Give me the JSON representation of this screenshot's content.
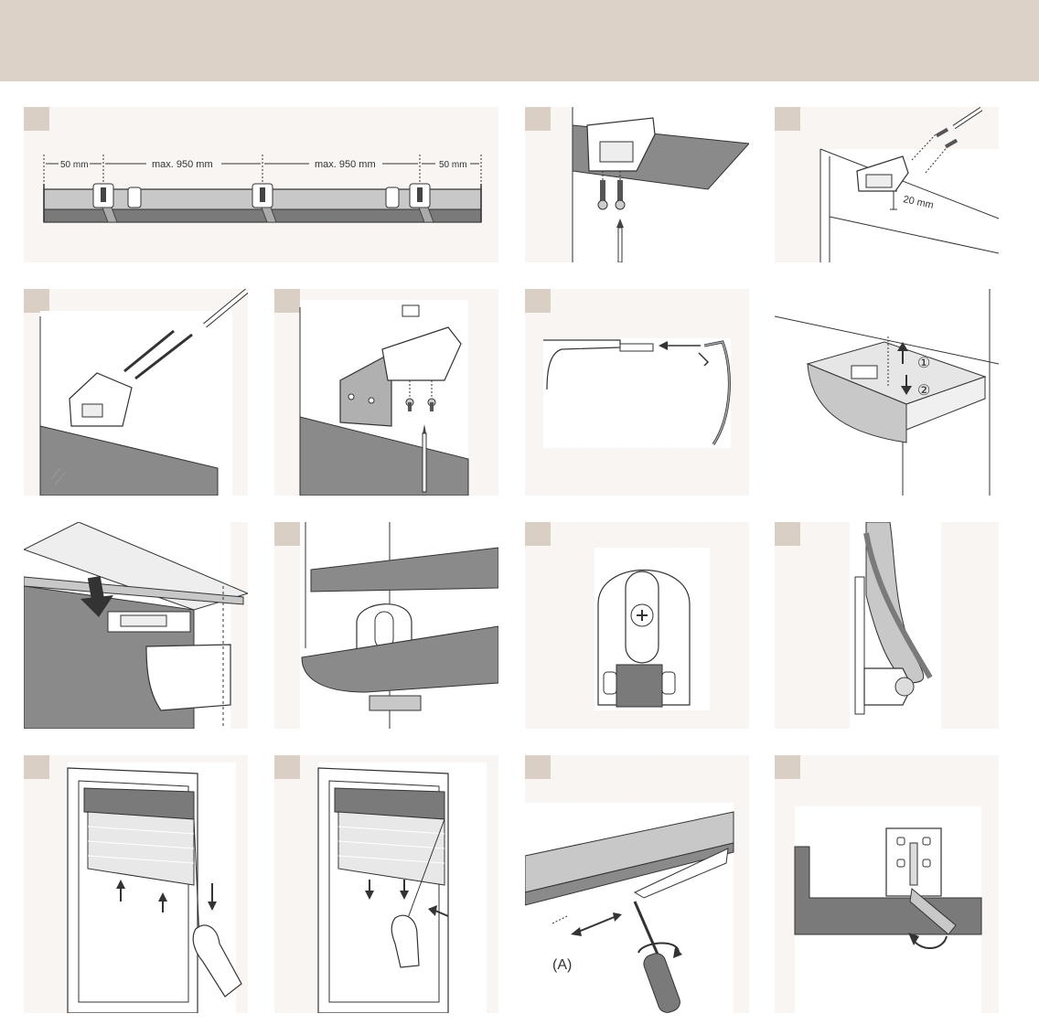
{
  "colors": {
    "header": "#dcd2c7",
    "panel_bg": "#f8f5f3",
    "step_tab": "#d9cfc4",
    "dark_gray": "#7a7a7a",
    "mid_gray": "#a8a8a8",
    "light_gray": "#c8c8c8",
    "line": "#333333"
  },
  "step1": {
    "dim_left": "50 mm",
    "dim_mid1": "max. 950 mm",
    "dim_mid2": "max. 950 mm",
    "dim_right": "50 mm"
  },
  "step3": {
    "dim_gap": "20 mm"
  },
  "step7": {
    "marker_1": "①",
    "marker_2": "②"
  },
  "step15": {
    "label_a": "(A)"
  },
  "icons": [
    "screw-icon",
    "screwdriver-icon",
    "arrow-icon",
    "hand-icon",
    "rotate-arrow-icon"
  ]
}
